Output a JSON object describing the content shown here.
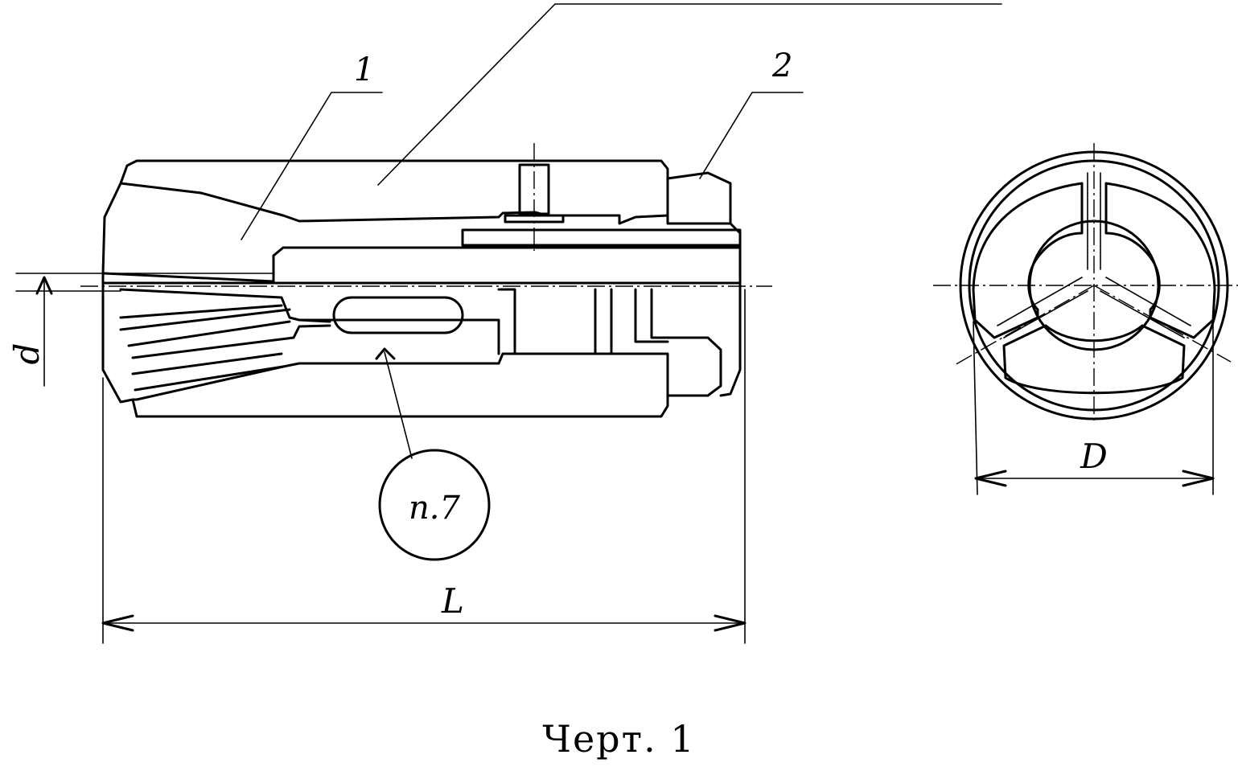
{
  "drawing": {
    "caption": "Черт. 1",
    "labels": {
      "part1": "1",
      "part2": "2",
      "note": "п.7",
      "dim_d": "d",
      "dim_L": "L",
      "dim_D": "D"
    }
  }
}
